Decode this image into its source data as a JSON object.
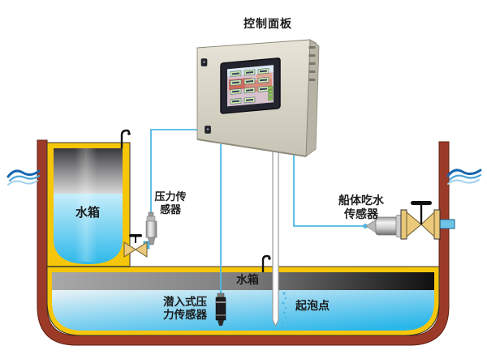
{
  "title": "控制面板",
  "labels": {
    "left_tank": "水箱",
    "pressure_sensor": [
      "压力传",
      "感器"
    ],
    "draft_sensor": [
      "船体吃水",
      "传感器"
    ],
    "bottom_tank": "水箱",
    "submersible_sensor": [
      "潜入式压",
      "力传感器"
    ],
    "bubble_point": "起泡点"
  },
  "components": {
    "control_cabinet": "control cabinet with touchscreen",
    "touchscreen": "HMI screen with indicator grid",
    "left_water_tank": "framed water tank with cylinder",
    "bottom_water_tank": "hull bottom water tank",
    "pressure_sensor": "pressure transmitter on tank valve",
    "draft_sensor": "hull draft sensor on shell valve",
    "submersible_sensor": "submerged pressure probe",
    "bubble_tube": "bubbler tube with air bubbles",
    "hull": "ship hull cross-section",
    "waves": "sea water line marks"
  },
  "colors": {
    "hull": "#9c3a28",
    "tank_frame": "#f6c60a",
    "water": "#2ab6e9",
    "signal_line": "#4fb9e6",
    "cabinet": "#d9d6c7",
    "valve": "#ecca7c",
    "band_gradient_end": "#101010",
    "screen_bezel": "#23242e"
  }
}
